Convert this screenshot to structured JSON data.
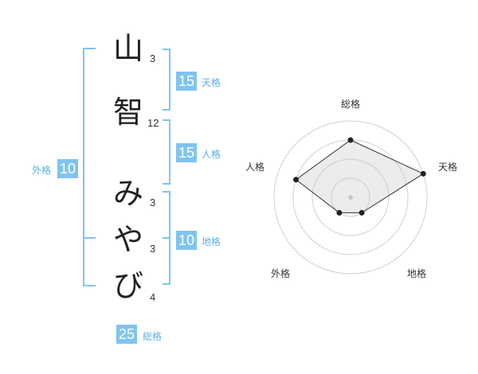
{
  "name": {
    "chars": [
      {
        "char": "山",
        "strokes": "3"
      },
      {
        "char": "智",
        "strokes": "12"
      },
      {
        "char": "み",
        "strokes": "3"
      },
      {
        "char": "や",
        "strokes": "3"
      },
      {
        "char": "び",
        "strokes": "4"
      }
    ]
  },
  "fortune": {
    "tenkaku": {
      "value": "15",
      "label": "天格"
    },
    "jinkaku": {
      "value": "15",
      "label": "人格"
    },
    "chikaku": {
      "value": "10",
      "label": "地格"
    },
    "gaikaku": {
      "value": "10",
      "label": "外格"
    },
    "soukaku": {
      "value": "25",
      "label": "総格"
    }
  },
  "chart_data": {
    "type": "radar",
    "axes": [
      "総格",
      "天格",
      "地格",
      "外格",
      "人格"
    ],
    "values": [
      3,
      4,
      1,
      1,
      3
    ],
    "range": [
      0,
      4
    ],
    "rings": 4
  },
  "colors": {
    "accent": "#7fc4f0",
    "label": "#5ab0e8"
  }
}
